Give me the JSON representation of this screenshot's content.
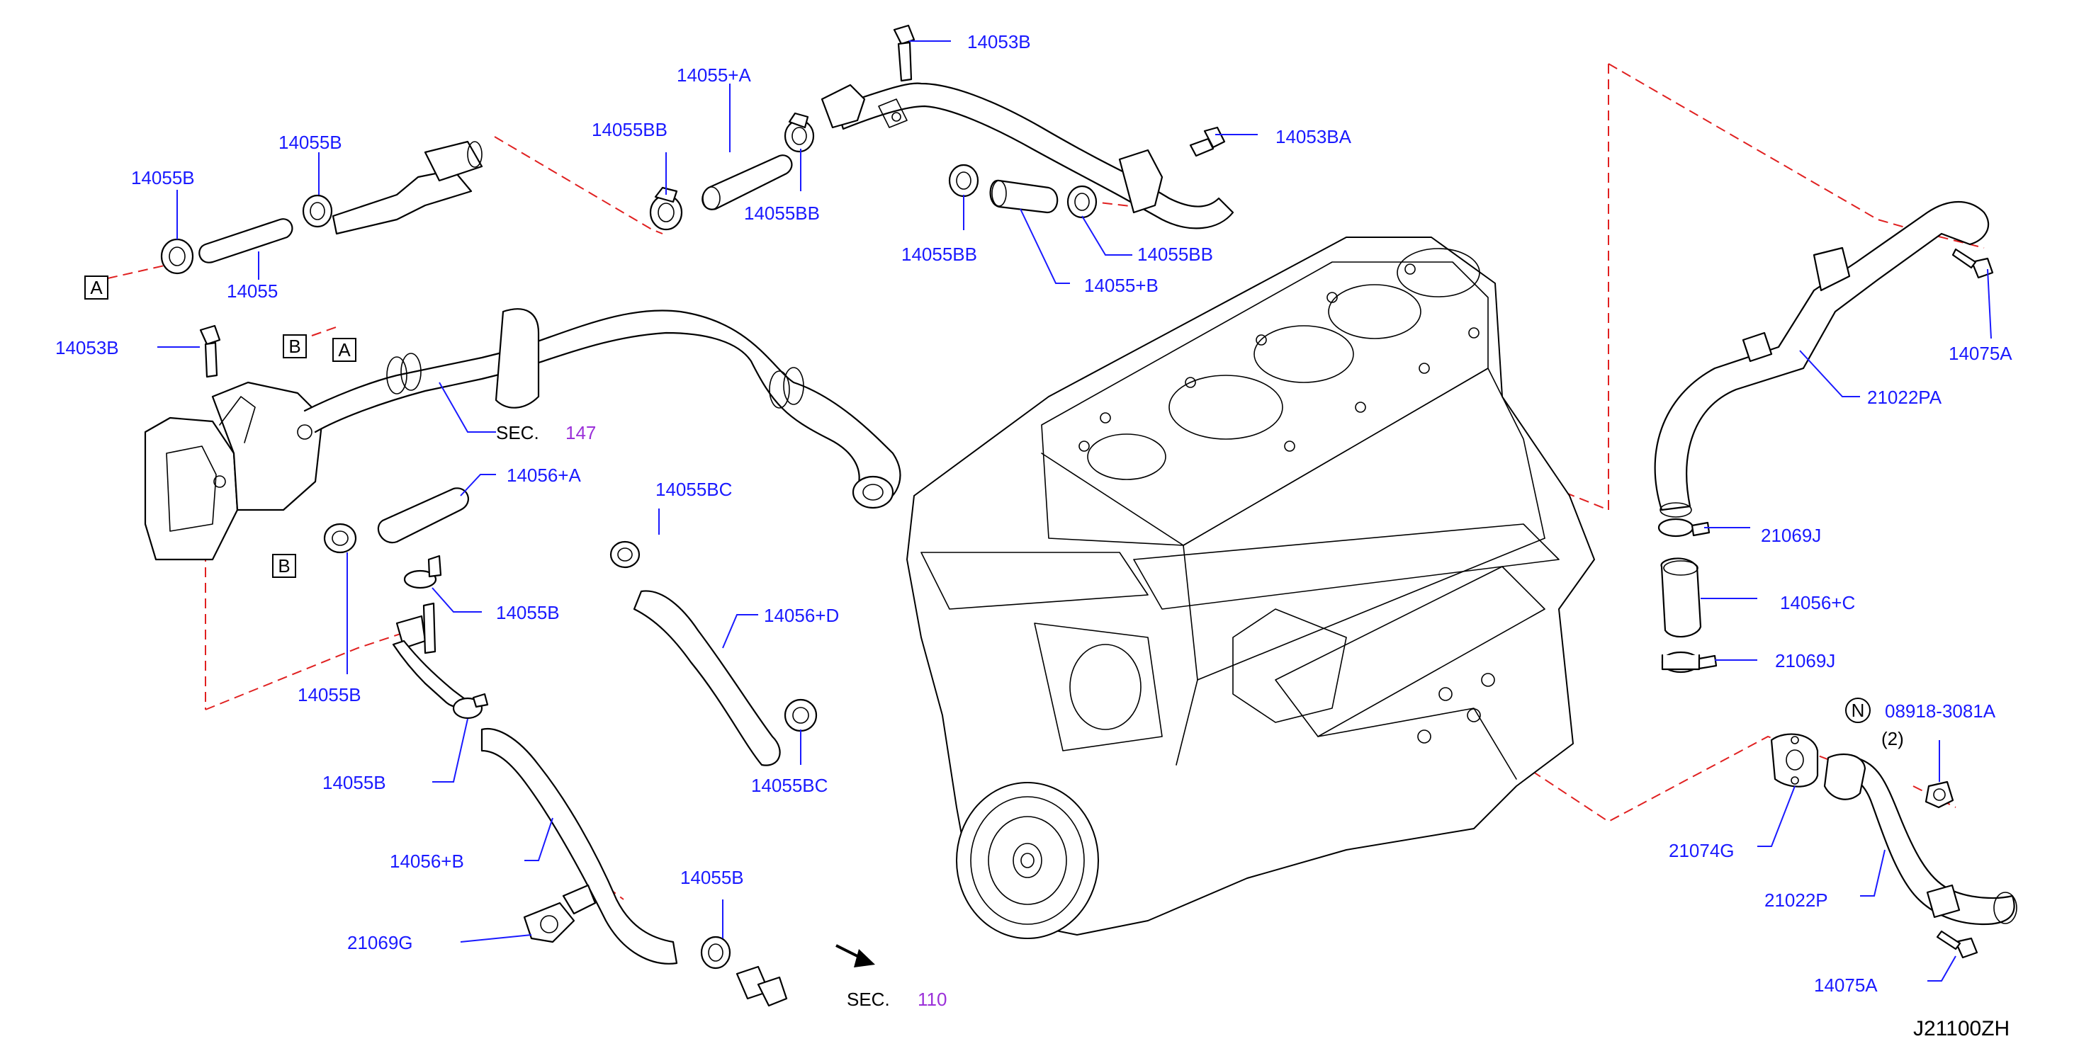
{
  "diagram_code": "J21100ZH",
  "labels": {
    "l_14053B_top": "14053B",
    "l_14055A": "14055+A",
    "l_14053BA": "14053BA",
    "l_14055BB_1": "14055BB",
    "l_14055BB_2": "14055BB",
    "l_14055BB_3": "14055BB",
    "l_14055BB_4": "14055BB",
    "l_14055B_plusB": "14055+B",
    "l_14055B_1": "14055B",
    "l_14055B_2": "14055B",
    "l_14055": "14055",
    "l_14053B_left": "14053B",
    "l_14056A": "14056+A",
    "l_14055BC_1": "14055BC",
    "l_14055BC_2": "14055BC",
    "l_14056D": "14056+D",
    "l_14055B_3": "14055B",
    "l_14055B_4": "14055B",
    "l_14055B_5": "14055B",
    "l_14055B_6": "14055B",
    "l_14056B": "14056+B",
    "l_21069G": "21069G",
    "l_21022PA": "21022PA",
    "l_14075A_1": "14075A",
    "l_21069J_top": "21069J",
    "l_14056C": "14056+C",
    "l_21069J": "21069J",
    "l_08918": "08918-3081A",
    "l_08918_qty": "(2)",
    "l_21074G": "21074G",
    "l_21022P": "21022P",
    "l_14075A_2": "14075A"
  },
  "sections": {
    "sec147": {
      "prefix": "SEC.",
      "number": "147"
    },
    "sec110": {
      "prefix": "SEC.",
      "number": "110"
    }
  },
  "refs": {
    "ref_A_1": "A",
    "ref_A_2": "A",
    "ref_B_1": "B",
    "ref_B_2": "B",
    "ref_N": "N"
  },
  "colors": {
    "label": "#1a1aff",
    "leader": "#1a1aff",
    "dashed_connector": "#e02020",
    "section_number": "#9b30d9",
    "outline": "#000000"
  }
}
